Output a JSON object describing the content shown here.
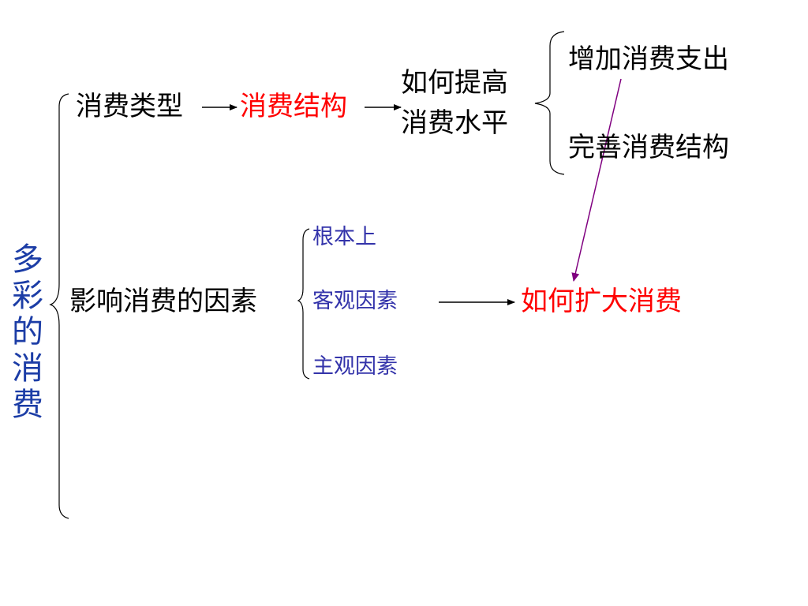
{
  "root": "多彩的消费",
  "branch_one": {
    "types": "消费类型",
    "structure": "消费结构",
    "how_raise": [
      "如何提高",
      "消费水平"
    ],
    "raise_items": [
      "增加消费支出",
      "完善消费结构"
    ]
  },
  "branch_two": {
    "factors": "影响消费的因素",
    "factor_items": [
      "根本上",
      "客观因素",
      "主观因素"
    ],
    "expand": "如何扩大消费"
  },
  "colors": {
    "text": "#000000",
    "emphasis": "#ff0000",
    "sub_items": "#3333aa",
    "root": "#1c3da6",
    "link_arrow": "#800080"
  }
}
